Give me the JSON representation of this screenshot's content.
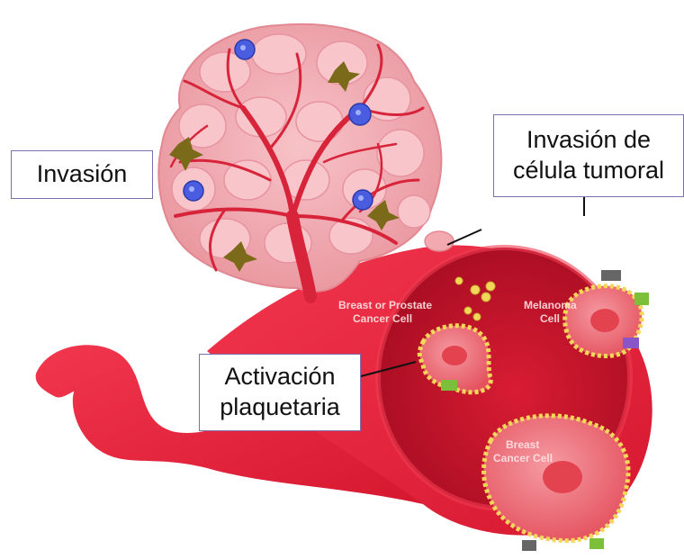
{
  "labels": {
    "invasion": "Invasión",
    "tumor_cell_invasion_line1": "Invasión de",
    "tumor_cell_invasion_line2": "célula tumoral",
    "platelet_activation_line1": "Activación",
    "platelet_activation_line2": "plaquetaria"
  },
  "cell_labels": {
    "breast_or_prostate_line1": "Breast or Prostate",
    "breast_or_prostate_line2": "Cancer Cell",
    "melanoma_line1": "Melanoma",
    "melanoma_line2": "Cell",
    "breast_line1": "Breast",
    "breast_line2": "Cancer Cell"
  },
  "colors": {
    "vessel": "#e8243c",
    "vessel_dark": "#b3122a",
    "lumen": "#c8102a",
    "tissue": "#f2a7ae",
    "tissue_cell": "#f6bcc1",
    "capillary": "#d8243a",
    "cancer_cell": "#f0606b",
    "platelet": "#f2d75a",
    "immune_cell": "#4a5de0",
    "fibroblast": "#7a6a1a",
    "label_border": "#7b6fae"
  }
}
